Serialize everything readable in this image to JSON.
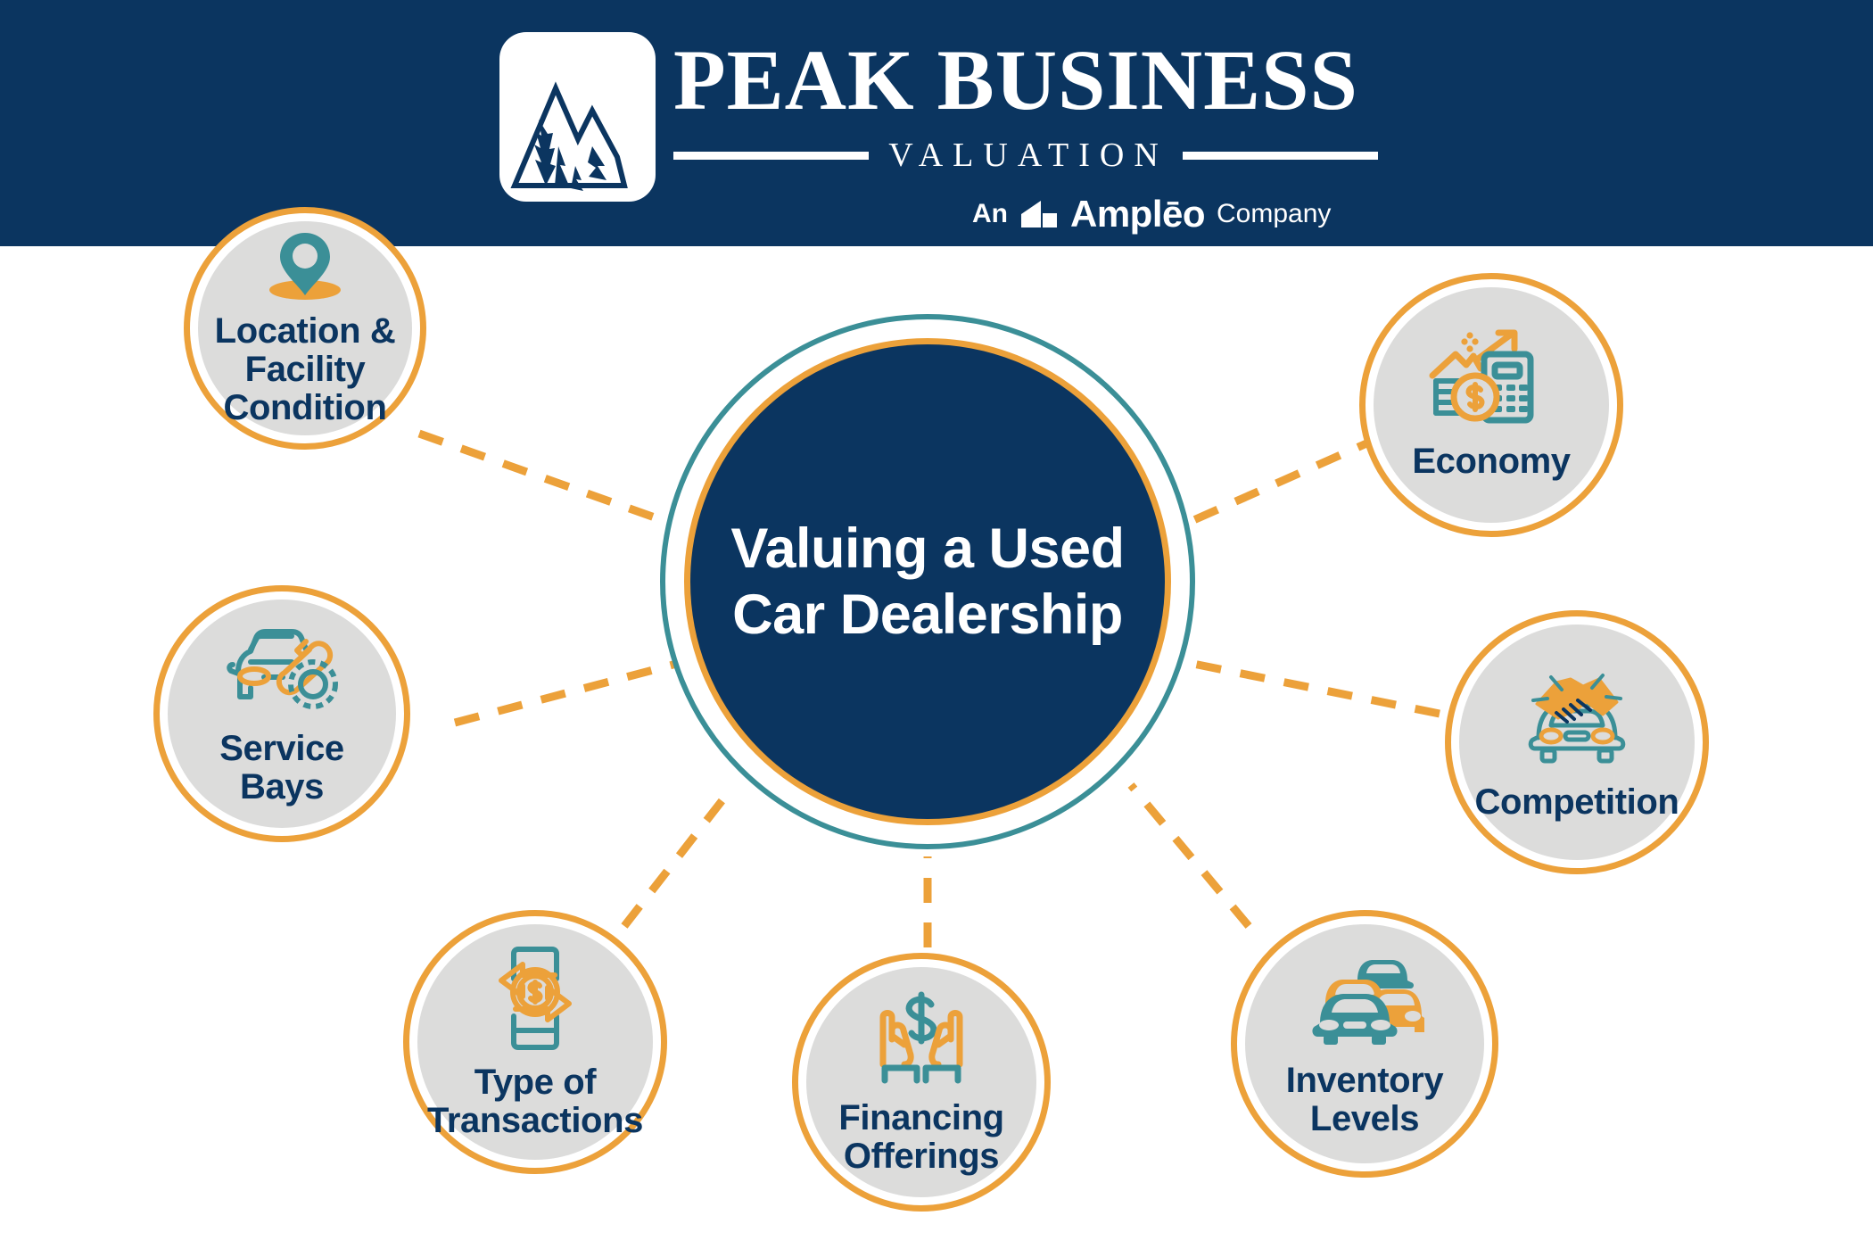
{
  "header": {
    "background_color": "#0b3560",
    "logo_mark_icon": "mountain-peak-icon",
    "brand_primary": "PEAK BUSINESS",
    "brand_secondary": "VALUATION",
    "affiliate_prefix": "An",
    "affiliate_mark_icon": "ampleo-mark-icon",
    "affiliate_name": "Amplēo",
    "affiliate_suffix": "Company"
  },
  "hub": {
    "title": "Valuing a\nUsed Car\nDealership",
    "fill_color": "#0b3560",
    "inner_ring_color": "#eca13a",
    "outer_ring_color": "#3b8f97",
    "text_color": "#ffffff"
  },
  "palette": {
    "navy": "#0b3560",
    "orange": "#eca13a",
    "teal": "#3b8f97",
    "gray": "#dcdcdb",
    "white": "#ffffff"
  },
  "connector": {
    "style": "dashed",
    "color": "#eca13a"
  },
  "nodes": [
    {
      "id": "location",
      "label": "Location &\nFacility\nCondition",
      "icon": "map-pin-icon"
    },
    {
      "id": "service",
      "label": "Service\nBays",
      "icon": "car-wrench-gear-icon"
    },
    {
      "id": "transactions",
      "label": "Type of\nTransactions",
      "icon": "mobile-money-exchange-icon"
    },
    {
      "id": "financing",
      "label": "Financing\nOfferings",
      "icon": "hands-holding-dollar-icon"
    },
    {
      "id": "inventory",
      "label": "Inventory\nLevels",
      "icon": "multiple-cars-icon"
    },
    {
      "id": "competition",
      "label": "Competition",
      "icon": "handshake-over-car-icon"
    },
    {
      "id": "economy",
      "label": "Economy",
      "icon": "growth-chart-calculator-cash-icon"
    }
  ]
}
